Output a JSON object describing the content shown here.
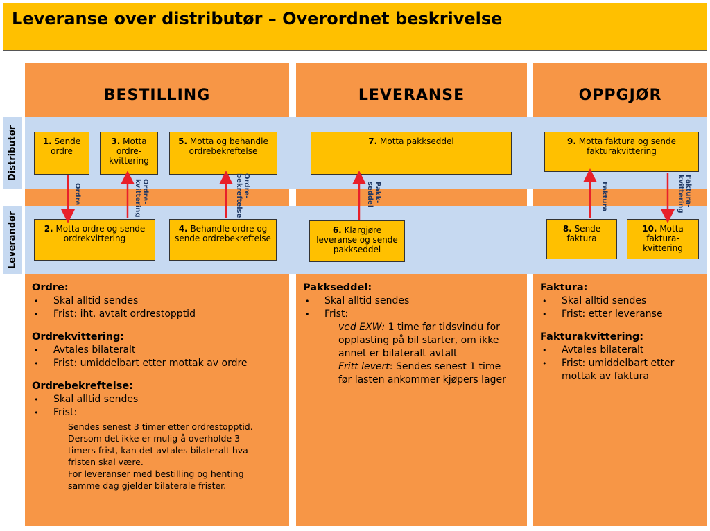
{
  "title": "Leveranse over distributør – Overordnet beskrivelse",
  "columns": {
    "bestilling": "BESTILLING",
    "leveranse": "LEVERANSE",
    "oppgjor": "OPPGJØR"
  },
  "lanes": {
    "distributor": "Distributør",
    "leverandor": "Leverandør"
  },
  "steps": [
    {
      "num": "1.",
      "text": "Sende ordre"
    },
    {
      "num": "3.",
      "text": "Motta ordre-kvittering"
    },
    {
      "num": "5.",
      "text": "Motta og behandle ordrebekreftelse"
    },
    {
      "num": "7.",
      "text": "Motta pakkseddel"
    },
    {
      "num": "9.",
      "text": "Motta faktura og sende fakturakvittering"
    },
    {
      "num": "2.",
      "text": "Motta ordre og sende ordrekvittering"
    },
    {
      "num": "4.",
      "text": "Behandle ordre og sende ordrebekreftelse"
    },
    {
      "num": "6.",
      "text": "Klargjøre leveranse og sende pakkseddel"
    },
    {
      "num": "8.",
      "text": "Sende faktura"
    },
    {
      "num": "10.",
      "text": "Motta faktura-kvittering"
    }
  ],
  "arrows": {
    "ordre": "Ordre",
    "ordrekvittering": "Ordre-kvittering",
    "ordrebekreftelse": "Ordre-bekreftelse",
    "pakkseddel": "Pakk-seddel",
    "faktura": "Faktura",
    "fakturakvittering": "Faktura-kvittering"
  },
  "colors": {
    "title_bg": "#FFC000",
    "column_bg": "#F79646",
    "lane_bg": "#C6D9F1",
    "box_bg": "#FFC000",
    "arrow": "#E8202A"
  },
  "desc": {
    "bestilling": {
      "ordre_head": "Ordre:",
      "ordre_1": "Skal alltid sendes",
      "ordre_2": "Frist: iht. avtalt ordrestopptid",
      "ok_head": "Ordrekvittering:",
      "ok_1": "Avtales bilateralt",
      "ok_2": "Frist: umiddelbart etter mottak av ordre",
      "ob_head": "Ordrebekreftelse:",
      "ob_1": "Skal alltid sendes",
      "ob_2": "Frist:",
      "ob_p1": "Sendes senest 3 timer etter ordrestopptid.",
      "ob_p2": "Dersom det ikke er mulig å overholde 3-timers frist, kan det avtales bilateralt hva fristen skal være.",
      "ob_p3": "For leveranser med bestilling og henting samme dag gjelder bilaterale frister."
    },
    "leveranse": {
      "head": "Pakkseddel:",
      "b1": "Skal alltid sendes",
      "b2": "Frist:",
      "exw_label": "ved EXW:",
      "exw_text": " 1 time før tidsvindu for opplasting på bil starter, om ikke annet er bilateralt avtalt",
      "fritt_label": "Fritt levert",
      "fritt_text": ": Sendes senest 1 time før lasten ankommer kjøpers lager"
    },
    "oppgjor": {
      "f_head": "Faktura:",
      "f_1": "Skal alltid sendes",
      "f_2": "Frist: etter leveranse",
      "fk_head": "Fakturakvittering:",
      "fk_1": "Avtales bilateralt",
      "fk_2": "Frist: umiddelbart etter mottak av faktura"
    }
  }
}
